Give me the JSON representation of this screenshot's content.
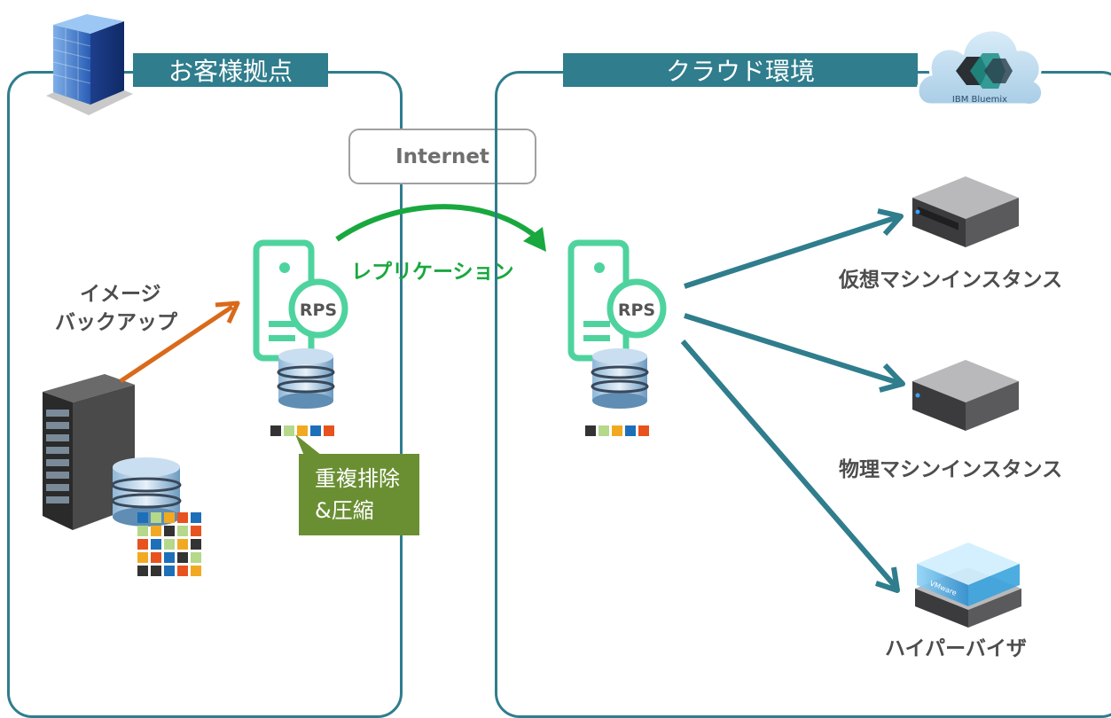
{
  "regions": {
    "customer": {
      "title": "お客様拠点"
    },
    "cloud": {
      "title": "クラウド環境",
      "logo_text": "IBM Bluemix"
    }
  },
  "network": {
    "label": "Internet"
  },
  "flows": {
    "backup_line1": "イメージ",
    "backup_line2": "バックアップ",
    "replication": "レプリケーション"
  },
  "rps": {
    "label": "RPS"
  },
  "callout": {
    "line1": "重複排除",
    "line2": "&圧縮"
  },
  "targets": {
    "virtual": "仮想マシンインスタンス",
    "physical": "物理マシンインスタンス",
    "hypervisor": "ハイパーバイザ",
    "hypervisor_badge": "VMware"
  },
  "colors": {
    "frame": "#2f7d8d",
    "backup_arrow": "#d96a1a",
    "replication_arrow": "#19a83e",
    "restore_arrow": "#2f7d8d",
    "rps_icon": "#4fd39e",
    "callout": "#6a8f33"
  },
  "chunk_palette": [
    "#333333",
    "#b5d88a",
    "#f2a922",
    "#1d6fb8",
    "#e8521f"
  ]
}
